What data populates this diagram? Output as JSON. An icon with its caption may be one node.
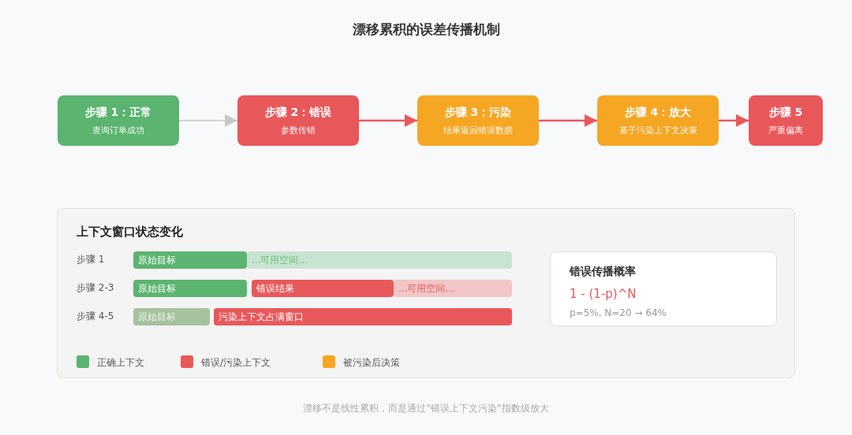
{
  "diagram": {
    "title": "漂移累积的误差传播机制",
    "caption": "漂移不是线性累积，而是通过\"错误上下文污染\"指数级放大",
    "nodes": [
      {
        "text": [
          "步骤 1：正常",
          "查询订单成功"
        ]
      },
      {
        "text": [
          "步骤 2：错误",
          "参数传错"
        ]
      },
      {
        "text": [
          "步骤 3：污染",
          "结果返回错误数据"
        ]
      },
      {
        "text": [
          "步骤 4：放大",
          "基于污染上下文决策"
        ]
      },
      {
        "text": [
          "步骤 5",
          "严重偏离"
        ]
      },
      {
        "text": [
          "上下文窗口状态变化"
        ]
      },
      {
        "text": [
          "错误传播概率",
          "1 - (1-p)^N",
          "p=5%, N=20 → 64%"
        ],
        "in": 5
      },
      {
        "text": [
          "原始目标"
        ],
        "in": 5
      },
      {
        "text": [
          "...可用空间..."
        ],
        "in": 5
      },
      {
        "text": [
          "原始目标"
        ],
        "in": 5
      },
      {
        "text": [
          "错误结果"
        ],
        "in": 5
      },
      {
        "text": [
          "...可用空间..."
        ],
        "in": 5
      },
      {
        "text": [
          "原始目标"
        ],
        "in": 5
      },
      {
        "text": [
          "污染上下文占满窗口"
        ],
        "in": 5
      }
    ],
    "edges": [
      {
        "from": 0,
        "to": 1,
        "arrow": "to",
        "color": "#c8c8c8"
      },
      {
        "from": 1,
        "to": 2,
        "arrow": "to"
      },
      {
        "from": 2,
        "to": 3,
        "arrow": "to"
      },
      {
        "from": 3,
        "to": 4,
        "arrow": "to"
      }
    ],
    "labels": [
      "步骤 1",
      "步骤 2-3",
      "步骤 4-5"
    ],
    "legend": [
      {
        "text": "正确上下文",
        "color": "#5bb46f"
      },
      {
        "text": "错误/污染上下文",
        "color": "#e8585b"
      },
      {
        "text": "被污染后决策",
        "color": "#f5a623"
      }
    ]
  }
}
